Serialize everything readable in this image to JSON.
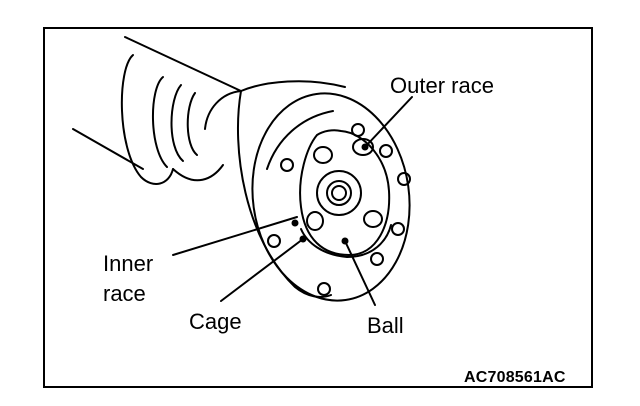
{
  "labels": {
    "outer_race": "Outer race",
    "inner_race_line1": "Inner",
    "inner_race_line2": "race",
    "cage": "Cage",
    "ball": "Ball"
  },
  "figure_code": "AC708561AC"
}
